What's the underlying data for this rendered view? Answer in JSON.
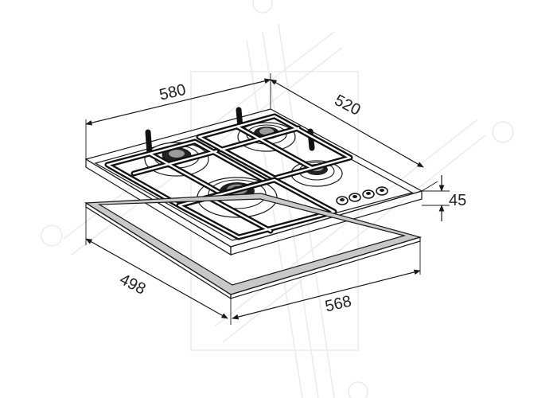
{
  "dimensions": {
    "top_width": "580",
    "top_depth": "520",
    "height": "45",
    "cutout_depth": "498",
    "cutout_width": "568"
  },
  "colors": {
    "line": "#1a1a1a",
    "frame_fill": "#c8c8c8",
    "watermark": "#ececec"
  }
}
